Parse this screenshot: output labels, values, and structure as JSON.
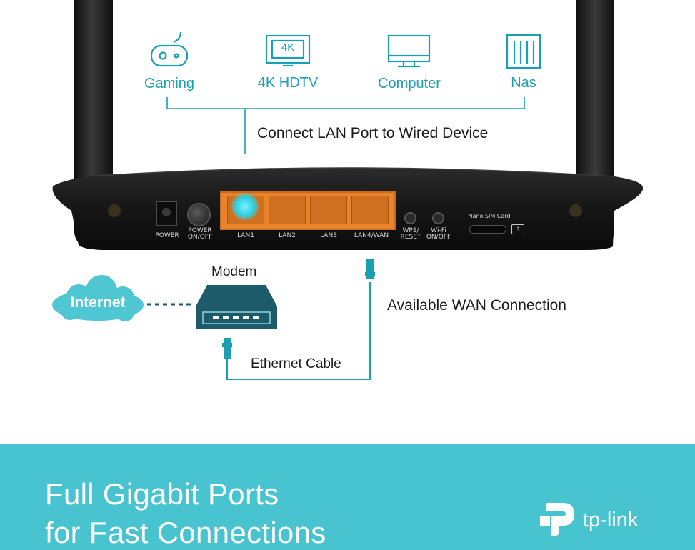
{
  "devices": [
    {
      "label": "Gaming",
      "icon": "gamepad-icon"
    },
    {
      "label": "4K HDTV",
      "icon": "tv-4k-icon",
      "screen_text": "4K"
    },
    {
      "label": "Computer",
      "icon": "monitor-icon"
    },
    {
      "label": "Nas",
      "icon": "nas-icon"
    }
  ],
  "lan_caption": "Connect LAN Port to Wired Device",
  "router": {
    "ports": [
      {
        "label": "POWER",
        "icon": "power-jack-icon"
      },
      {
        "label": "POWER\nON/OFF",
        "icon": "power-button-icon"
      },
      {
        "label": "LAN1"
      },
      {
        "label": "LAN2"
      },
      {
        "label": "LAN3"
      },
      {
        "label": "LAN4/WAN"
      },
      {
        "label": "WPS/\nRESET",
        "icon": "wps-button-icon"
      },
      {
        "label": "Wi-Fi\nON/OFF",
        "icon": "wifi-button-icon"
      }
    ],
    "sim_label": "Nano SIM Card"
  },
  "modem_label": "Modem",
  "internet_label": "Internet",
  "wan_caption": "Available WAN Connection",
  "cable_caption": "Ethernet Cable",
  "footer": {
    "line1": "Full Gigabit Ports",
    "line2": "for Fast Connections",
    "brand": "tp-link"
  },
  "colors": {
    "accent": "#1a9fb3",
    "footer_bg": "#48c3d0",
    "port_orange": "#e8832a",
    "router_body": "#1c1c1c"
  }
}
